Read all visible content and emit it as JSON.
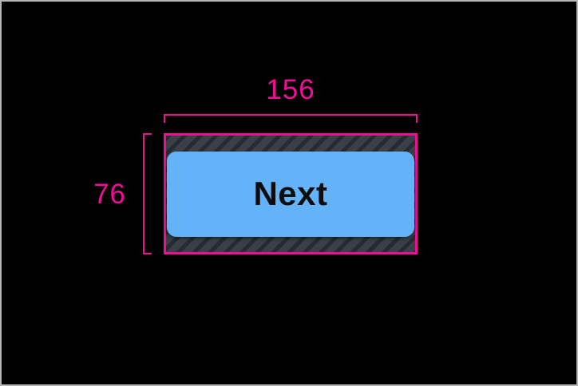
{
  "overlay": {
    "width_label": "156",
    "height_label": "76"
  },
  "button": {
    "label": "Next"
  },
  "colors": {
    "accent": "#f20d98",
    "button-fill": "#64b2f8",
    "button-text": "#0d0d0d",
    "padding-fill": "#3a3f48",
    "padding-stripe": "#262a32",
    "canvas": "#000000",
    "frame": "#b5b5b5"
  }
}
